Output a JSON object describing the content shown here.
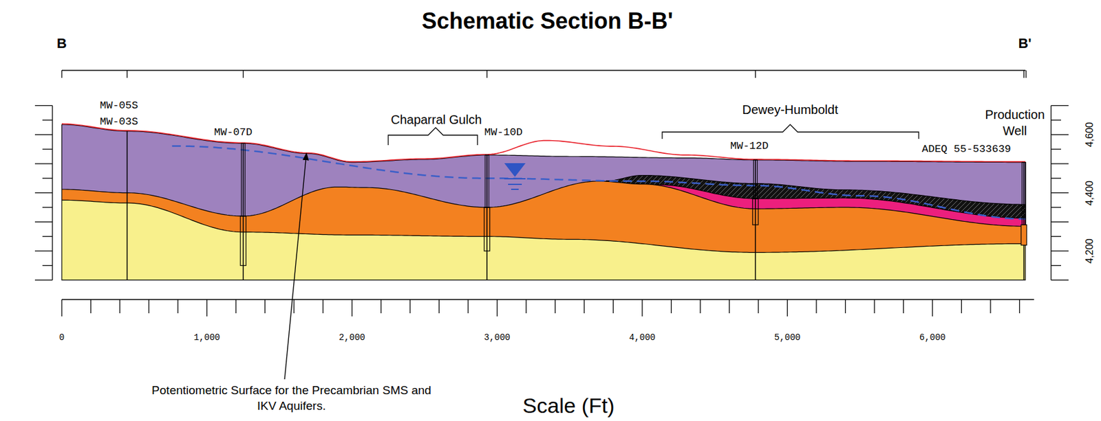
{
  "diagram": {
    "title": "Schematic Section B-B'",
    "labels": [
      "B",
      "B'",
      "MW-05S",
      "MW-03S",
      "MW-07D",
      "Chaparral Gulch",
      "MW-10D",
      "Dewey-Humboldt",
      "MW-12D",
      "Production Well",
      "ADEQ 55-533639",
      "4,600",
      "4,400",
      "4,200",
      "0",
      "1,000",
      "2,000",
      "3,000",
      "4,000",
      "5,000",
      "6,000",
      "Potentiometric Surface for the Precambrian SMS and IKV Aquifers.",
      "Scale (Ft)"
    ]
  }
}
